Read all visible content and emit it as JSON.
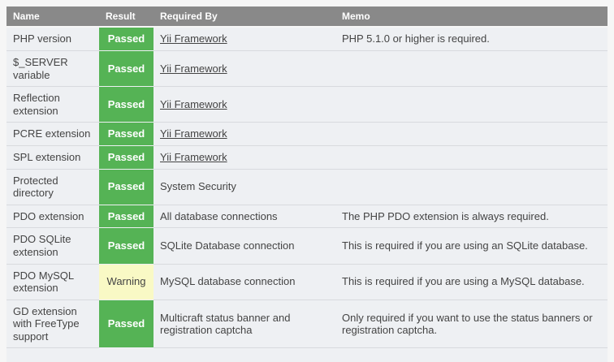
{
  "page": {
    "background": "#f6f6f6"
  },
  "table": {
    "columns": [
      {
        "label": "Name"
      },
      {
        "label": "Result"
      },
      {
        "label": "Required By"
      },
      {
        "label": "Memo"
      }
    ],
    "rows": [
      {
        "name": "PHP version",
        "result": "Passed",
        "status": "passed",
        "required_by": "Yii Framework",
        "required_by_is_link": true,
        "memo": "PHP 5.1.0 or higher is required."
      },
      {
        "name": "$_SERVER variable",
        "result": "Passed",
        "status": "passed",
        "required_by": "Yii Framework",
        "required_by_is_link": true,
        "memo": ""
      },
      {
        "name": "Reflection extension",
        "result": "Passed",
        "status": "passed",
        "required_by": "Yii Framework",
        "required_by_is_link": true,
        "memo": ""
      },
      {
        "name": "PCRE extension",
        "result": "Passed",
        "status": "passed",
        "required_by": "Yii Framework",
        "required_by_is_link": true,
        "memo": ""
      },
      {
        "name": "SPL extension",
        "result": "Passed",
        "status": "passed",
        "required_by": "Yii Framework",
        "required_by_is_link": true,
        "memo": ""
      },
      {
        "name": "Protected directory",
        "result": "Passed",
        "status": "passed",
        "required_by": "System Security",
        "required_by_is_link": false,
        "memo": ""
      },
      {
        "name": "PDO extension",
        "result": "Passed",
        "status": "passed",
        "required_by": "All database connections",
        "required_by_is_link": false,
        "memo": "The PHP PDO extension is always required."
      },
      {
        "name": "PDO SQLite extension",
        "result": "Passed",
        "status": "passed",
        "required_by": "SQLite Database connection",
        "required_by_is_link": false,
        "memo": "This is required if you are using an SQLite database."
      },
      {
        "name": "PDO MySQL extension",
        "result": "Warning",
        "status": "warning",
        "required_by": "MySQL database connection",
        "required_by_is_link": false,
        "memo": "This is required if you are using a MySQL database."
      },
      {
        "name": "GD extension with FreeType support",
        "result": "Passed",
        "status": "passed",
        "required_by": "Multicraft status banner and registration captcha",
        "required_by_is_link": false,
        "memo": "Only required if you want to use the status banners or registration captcha."
      },
      {
        "name": "",
        "result": "",
        "status": "none",
        "required_by": "",
        "required_by_is_link": false,
        "memo": ""
      }
    ],
    "colors": {
      "header_bg": "#898989",
      "row_bg": "#eef0f3",
      "passed_bg": "#55b355",
      "warning_bg": "#f9f9c5"
    }
  }
}
